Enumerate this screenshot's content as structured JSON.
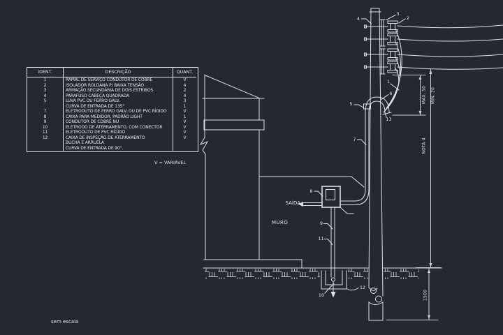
{
  "colors": {
    "background": "#232831",
    "line": "#dde1e6",
    "hatch": "#c6ccd3",
    "text": "#e4e7eb"
  },
  "table": {
    "headers": {
      "ident": "IDENT.",
      "desc": "DESCRIÇÃO",
      "quant": "QUANT."
    },
    "rows": [
      {
        "ident": "1",
        "desc": "RAMAL DE SERVIÇO CONDUTOR DE COBRE",
        "quant": "V"
      },
      {
        "ident": "2",
        "desc": "ISOLADOR ROLDANA P/ BAIXA TENSÃO",
        "quant": "4"
      },
      {
        "ident": "3",
        "desc": "ARMAÇÃO SECUNDÁRIA DE DOIS ESTRIBOS",
        "quant": "2"
      },
      {
        "ident": "4",
        "desc": "PARAFUSO CABEÇA QUADRADA",
        "quant": "4"
      },
      {
        "ident": "5",
        "desc": "LUVA PVC OU FERRO GALV.",
        "quant": "3"
      },
      {
        "ident": "",
        "desc": "CURVA DE ENTRADA DE 135°",
        "quant": "1"
      },
      {
        "ident": "7",
        "desc": "ELETRODUTO DE FERRO GALV. OU DE PVC RÍGIDO",
        "quant": "V"
      },
      {
        "ident": "8",
        "desc": "CAIXA PARA MEDIDOR, PADRÃO LIGHT",
        "quant": "1"
      },
      {
        "ident": "9",
        "desc": "CONDUTOR DE COBRE NU",
        "quant": "V"
      },
      {
        "ident": "10",
        "desc": "ELETRODO DE ATERRAMENTO, COM CONECTOR",
        "quant": "V"
      },
      {
        "ident": "11",
        "desc": "ELETRODUTO DE PVC RÍGIDO",
        "quant": "V"
      },
      {
        "ident": "12",
        "desc": "CAIXA DE INSPEÇÃO DE ATERRAMENTO",
        "quant": "V"
      },
      {
        "ident": "",
        "desc": "BUCHA E ARRUELA",
        "quant": ""
      },
      {
        "ident": "",
        "desc": "CURVA DE ENTRADA DE 90°.",
        "quant": ""
      }
    ],
    "note": "V = VARIÁVEL"
  },
  "labels": {
    "saida": "SAÍDA",
    "muro": "MURO",
    "scale_note": "sem escala"
  },
  "dimensions": {
    "max": "MAX. 50",
    "min": "MIN. 20",
    "nota": "NOTA 4",
    "depth": "1500"
  },
  "callouts": {
    "c1": "1",
    "c2": "2",
    "c3": "3",
    "c4": "4",
    "c5": "5",
    "c6": "6",
    "c7": "7",
    "c8": "8",
    "c9": "9",
    "c10": "10",
    "c11": "11",
    "c12": "12",
    "c13": "13"
  }
}
